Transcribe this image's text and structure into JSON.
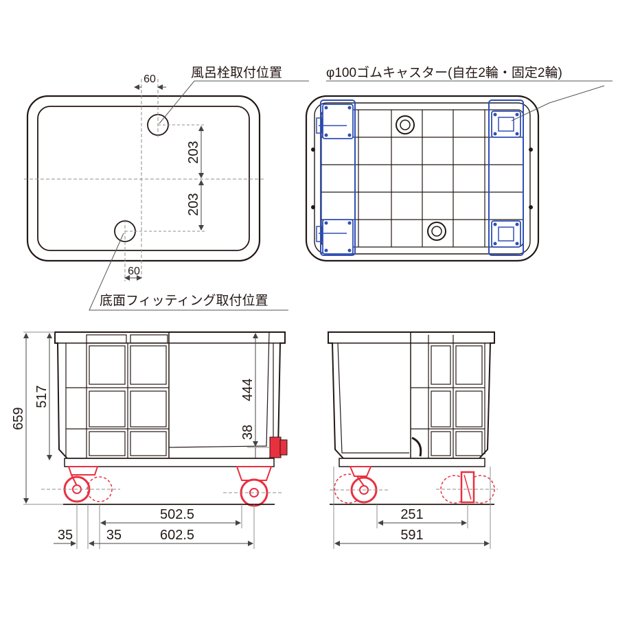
{
  "labels": {
    "faucet_position": "風呂栓取付位置",
    "casters": "φ100ゴムキャスター(自在2輪・固定2輪)",
    "bottom_fitting_position": "底面フィッティング取付位置"
  },
  "dims": {
    "top_offset_upper": "60",
    "top_offset_lower": "60",
    "top_span_upper": "203",
    "top_span_lower": "203",
    "overall_height": "659",
    "body_height": "517",
    "inner_depth": "444",
    "fitting_height": "38",
    "caster_span": "502.5",
    "side_left": "35",
    "side_mid": "35",
    "overall_length": "602.5",
    "side_caster_span": "251",
    "overall_width": "591"
  },
  "colors": {
    "outline": "#231815",
    "dashed": "#8c8c8c",
    "caster_plate": "#2f4fb4",
    "caster_wheel": "#e8303f",
    "body_fill": "#f6f6f6"
  }
}
